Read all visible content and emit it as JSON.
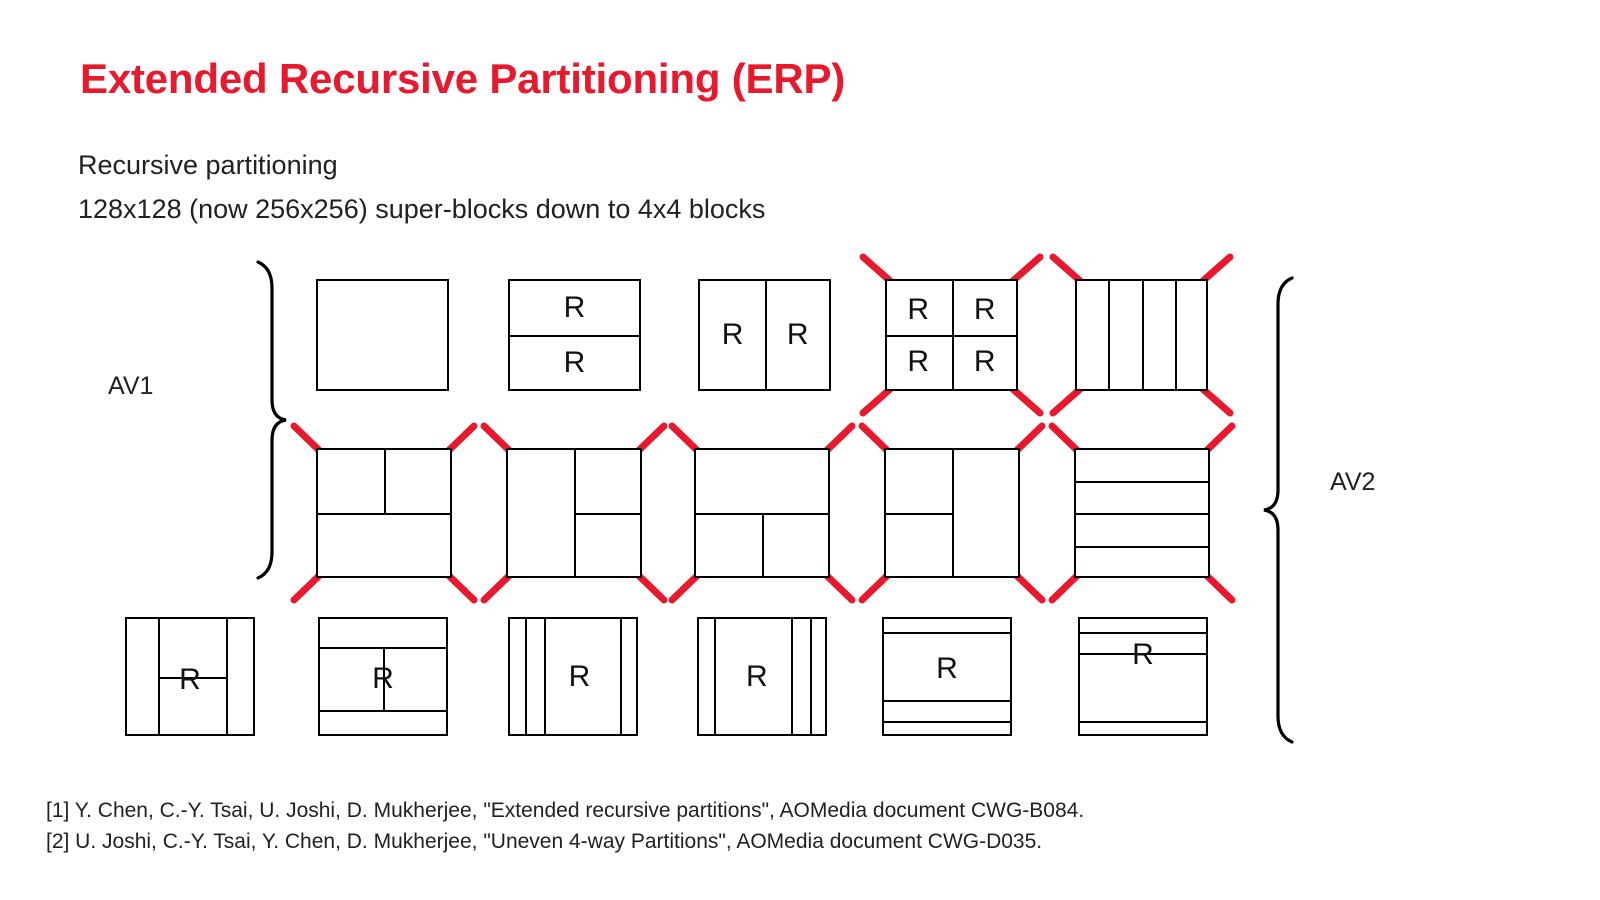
{
  "slide": {
    "title": "Extended Recursive Partitioning (ERP)",
    "subtitle_line1": "Recursive partitioning",
    "subtitle_line2": "128x128 (now 256x256) super-blocks down to 4x4 blocks",
    "title_color": "#E8192C",
    "text_color": "#202124",
    "stroke_color": "#000000",
    "cross_color": "#E8192C",
    "background": "#FFFFFF"
  },
  "groups": {
    "av1_label": "AV1",
    "av2_label": "AV2"
  },
  "recursive_marker": "R",
  "diagram": {
    "rows": [
      {
        "name": "av1-row-1",
        "blocks": [
          {
            "name": "none-partition",
            "split": "none",
            "crossed": false,
            "r_labels": []
          },
          {
            "name": "horz-partition",
            "split": "horz",
            "crossed": false,
            "r_labels": [
              "R",
              "R"
            ]
          },
          {
            "name": "vert-partition",
            "split": "vert",
            "crossed": false,
            "r_labels": [
              "R",
              "R"
            ]
          },
          {
            "name": "split-partition",
            "split": "quad",
            "crossed": true,
            "r_labels": [
              "R",
              "R",
              "R",
              "R"
            ]
          },
          {
            "name": "vert-4-partition",
            "split": "vert4",
            "crossed": true,
            "r_labels": []
          }
        ]
      },
      {
        "name": "av1-row-2",
        "blocks": [
          {
            "name": "horz-a-partition",
            "split": "horz_a",
            "crossed": true,
            "r_labels": []
          },
          {
            "name": "vert-a-partition",
            "split": "vert_a",
            "crossed": true,
            "r_labels": []
          },
          {
            "name": "horz-b-partition",
            "split": "horz_b",
            "crossed": true,
            "r_labels": []
          },
          {
            "name": "vert-b-partition",
            "split": "vert_b",
            "crossed": true,
            "r_labels": []
          },
          {
            "name": "horz-4-partition",
            "split": "horz4",
            "crossed": true,
            "r_labels": []
          }
        ]
      },
      {
        "name": "av2-row-3",
        "blocks": [
          {
            "name": "uneven-vert-3-partition",
            "split": "u_vert3",
            "crossed": false,
            "r_labels": [
              "R"
            ]
          },
          {
            "name": "uneven-horz-3-partition",
            "split": "u_horz3",
            "crossed": false,
            "r_labels": [
              "R"
            ]
          },
          {
            "name": "uneven-vert-4-left-partition",
            "split": "u_vert4l",
            "crossed": false,
            "r_labels": [
              "R"
            ]
          },
          {
            "name": "uneven-vert-4-right-partition",
            "split": "u_vert4r",
            "crossed": false,
            "r_labels": [
              "R"
            ]
          },
          {
            "name": "uneven-horz-4-top-partition",
            "split": "u_horz4t",
            "crossed": false,
            "r_labels": [
              "R"
            ]
          },
          {
            "name": "uneven-horz-4-bottom-partition",
            "split": "u_horz4b",
            "crossed": false,
            "r_labels": [
              "R"
            ]
          }
        ]
      }
    ]
  },
  "references": {
    "ref1": "[1] Y. Chen, C.-Y. Tsai, U. Joshi, D. Mukherjee, \"Extended recursive partitions\", AOMedia document CWG-B084.",
    "ref2": "[2] U. Joshi, C.-Y. Tsai, Y. Chen, D. Mukherjee, \"Uneven 4-way Partitions\", AOMedia document CWG-D035."
  }
}
